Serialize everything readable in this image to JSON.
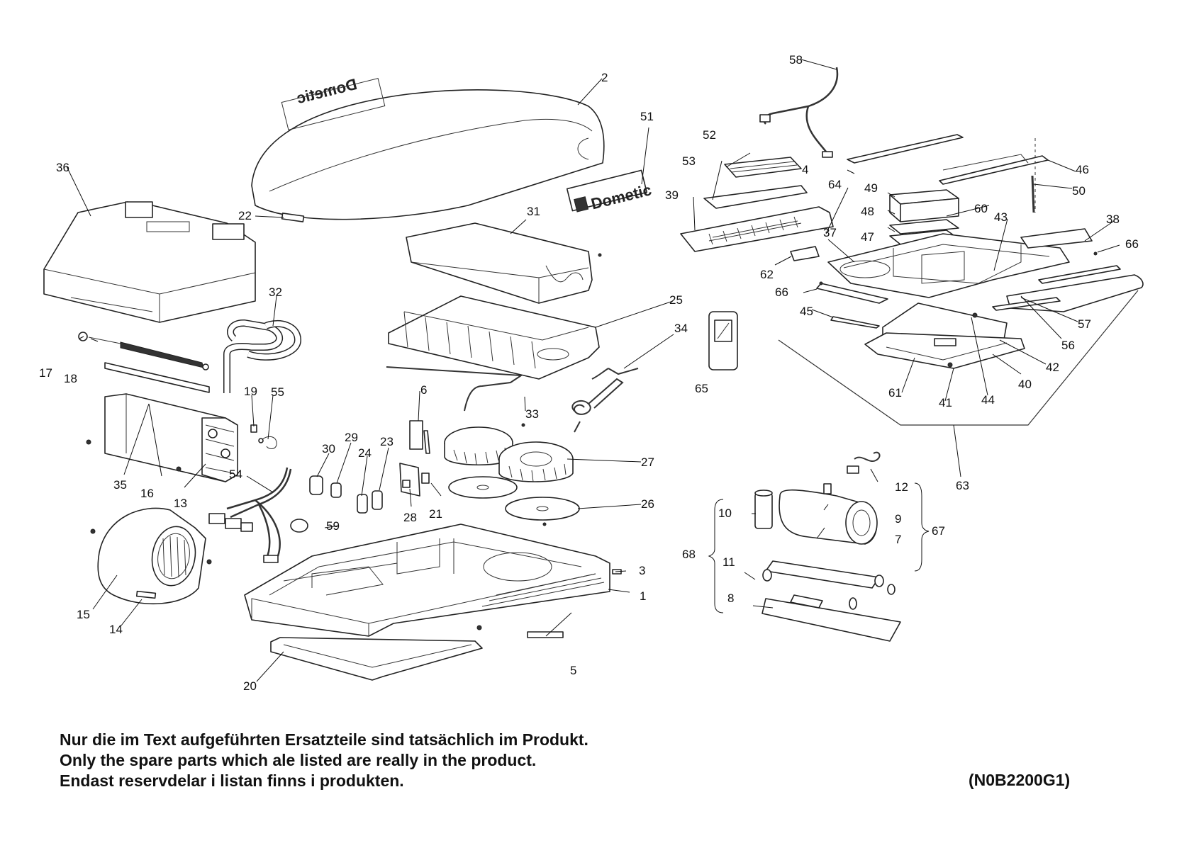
{
  "brand_label": "Dometic",
  "callouts": [
    "1",
    "2",
    "3",
    "4",
    "5",
    "6",
    "7",
    "8",
    "9",
    "10",
    "11",
    "12",
    "13",
    "14",
    "15",
    "16",
    "17",
    "18",
    "19",
    "20",
    "21",
    "22",
    "23",
    "24",
    "25",
    "26",
    "27",
    "28",
    "29",
    "30",
    "31",
    "32",
    "33",
    "34",
    "35",
    "36",
    "37",
    "38",
    "39",
    "40",
    "41",
    "42",
    "43",
    "44",
    "45",
    "46",
    "47",
    "48",
    "49",
    "50",
    "51",
    "52",
    "53",
    "54",
    "55",
    "56",
    "57",
    "58",
    "59",
    "60",
    "61",
    "62",
    "63",
    "64",
    "65",
    "66",
    "66",
    "67",
    "68"
  ],
  "notes": [
    "Nur die im Text aufgeführten Ersatzteile sind tatsächlich im Produkt.",
    "Only the spare parts which ale listed are really in the product.",
    "Endast reservdelar i listan finns i produkten."
  ],
  "drawing_code": "(N0B2200G1)"
}
